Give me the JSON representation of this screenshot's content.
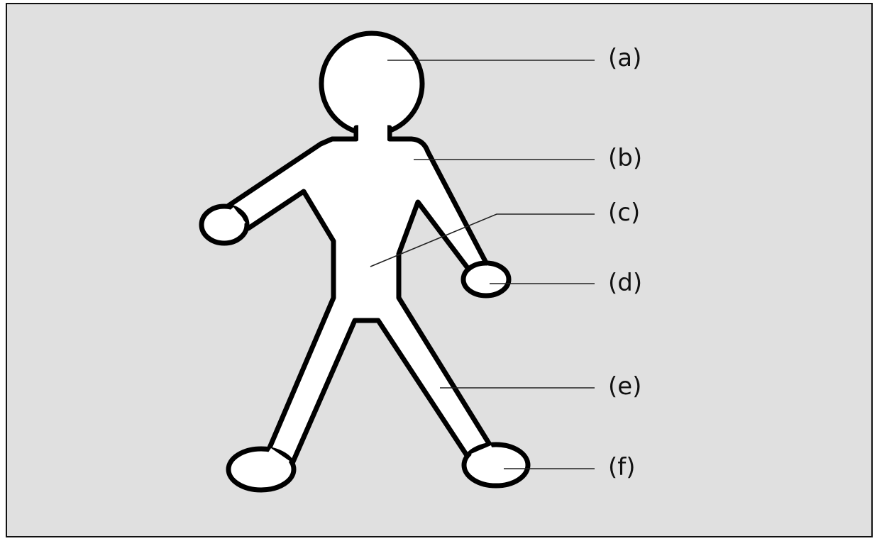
{
  "diagram": {
    "background_color": "#e0e0e0",
    "labels": {
      "a": "(a)",
      "b": "(b)",
      "c": "(c)",
      "d": "(d)",
      "e": "(e)",
      "f": "(f)"
    }
  }
}
